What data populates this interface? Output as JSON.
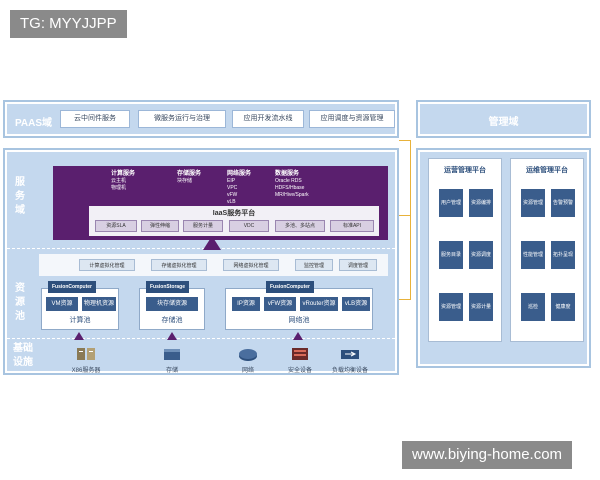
{
  "watermark_top": "TG: MYYJJPP",
  "watermark_bottom": "www.biying-home.com",
  "paas": {
    "title": "PAAS域",
    "items": [
      "云中间件服务",
      "微服务运行与治理",
      "应用开发流水线",
      "应用调度与资源管理"
    ]
  },
  "side_labels": {
    "service": "服务域",
    "resource": "资源池",
    "infra": "基础设施"
  },
  "service_groups": [
    {
      "title": "计算服务",
      "items": [
        "云主机",
        "物理机"
      ]
    },
    {
      "title": "存储服务",
      "items": [
        "块存储"
      ]
    },
    {
      "title": "网络服务",
      "items": [
        "EIP",
        "VPC",
        "vFW",
        "vLB"
      ]
    },
    {
      "title": "数据服务",
      "items": [
        "Oracle RDS",
        "HDFS/Hbase",
        "MR/Hive/Spark"
      ]
    }
  ],
  "iaas": {
    "title": "IaaS服务平台",
    "items": [
      "资源SLA",
      "弹性伸缩",
      "服务计量",
      "VDC",
      "多池、多站点",
      "标准API"
    ]
  },
  "virtualization": [
    "计算虚拟化管理",
    "存储虚拟化管理",
    "网络虚拟化管理",
    "监控管理",
    "调度管理"
  ],
  "pools": [
    {
      "tag": "FusionComputer",
      "items": [
        "VM资源",
        "物理机资源"
      ],
      "label": "计算池"
    },
    {
      "tag": "FusionStorage",
      "items": [
        "块存储资源"
      ],
      "label": "存储池"
    },
    {
      "tag": "FusionComputer",
      "items": [
        "IP资源",
        "vFW资源",
        "vRouter资源",
        "vLB资源"
      ],
      "label": "网络池"
    }
  ],
  "infra": [
    "X86服务器",
    "存储",
    "网络",
    "安全设备",
    "负载均衡设备"
  ],
  "mgmt": {
    "title": "管理域",
    "platforms": [
      {
        "title": "运营管理平台",
        "items": [
          "用户管理",
          "资源编排",
          "服务目录",
          "资源调度",
          "资源管理",
          "资源计量"
        ]
      },
      {
        "title": "运维管理平台",
        "items": [
          "资源管理",
          "告警预警",
          "性能管理",
          "拓扑呈现",
          "巡检",
          "健康度"
        ]
      }
    ]
  },
  "colors": {
    "frame": "#a8c4e0",
    "panel": "#c4d8ee",
    "service_purple": "#5a1f6e",
    "pool_blue": "#3a5d8c",
    "connector": "#e8b23a"
  }
}
